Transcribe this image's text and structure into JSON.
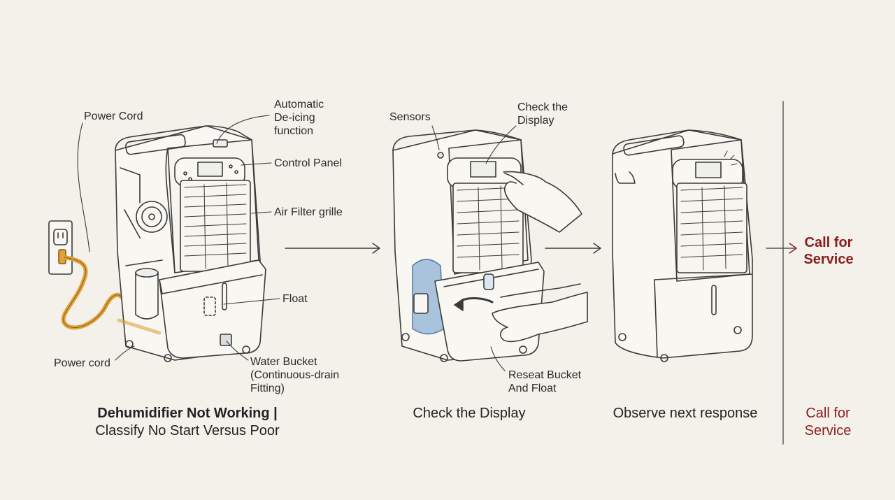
{
  "panel1": {
    "labels": {
      "power_cord_top": "Power Cord",
      "deicing_1": "Automatic",
      "deicing_2": "De-icing",
      "deicing_3": "function",
      "control_panel": "Control Panel",
      "air_filter": "Air Filter grille",
      "float": "Float",
      "power_cord_bottom": "Power cord",
      "water_bucket_1": "Water Bucket",
      "water_bucket_2": "(Continuous-drain",
      "water_bucket_3": "Fitting)"
    },
    "caption_line1": "Dehumidifier Not Working |",
    "caption_line2": "Classify No Start Versus Poor"
  },
  "panel2": {
    "labels": {
      "sensors": "Sensors",
      "check_display_1": "Check the",
      "check_display_2": "Display",
      "reseat_1": "Reseat Bucket",
      "reseat_2": "And Float"
    },
    "caption": "Check the Display"
  },
  "panel3": {
    "caption": "Observe next response"
  },
  "panel4": {
    "top_line1": "Call for",
    "top_line2": "Service",
    "caption_line1": "Call for",
    "caption_line2": "Service"
  },
  "colors": {
    "background": "#f3f1ea",
    "line": "#3a3a3a",
    "accent_red": "#8b1c1c",
    "cord_orange": "#e0a33a",
    "water_blue": "#a9c3dd"
  }
}
